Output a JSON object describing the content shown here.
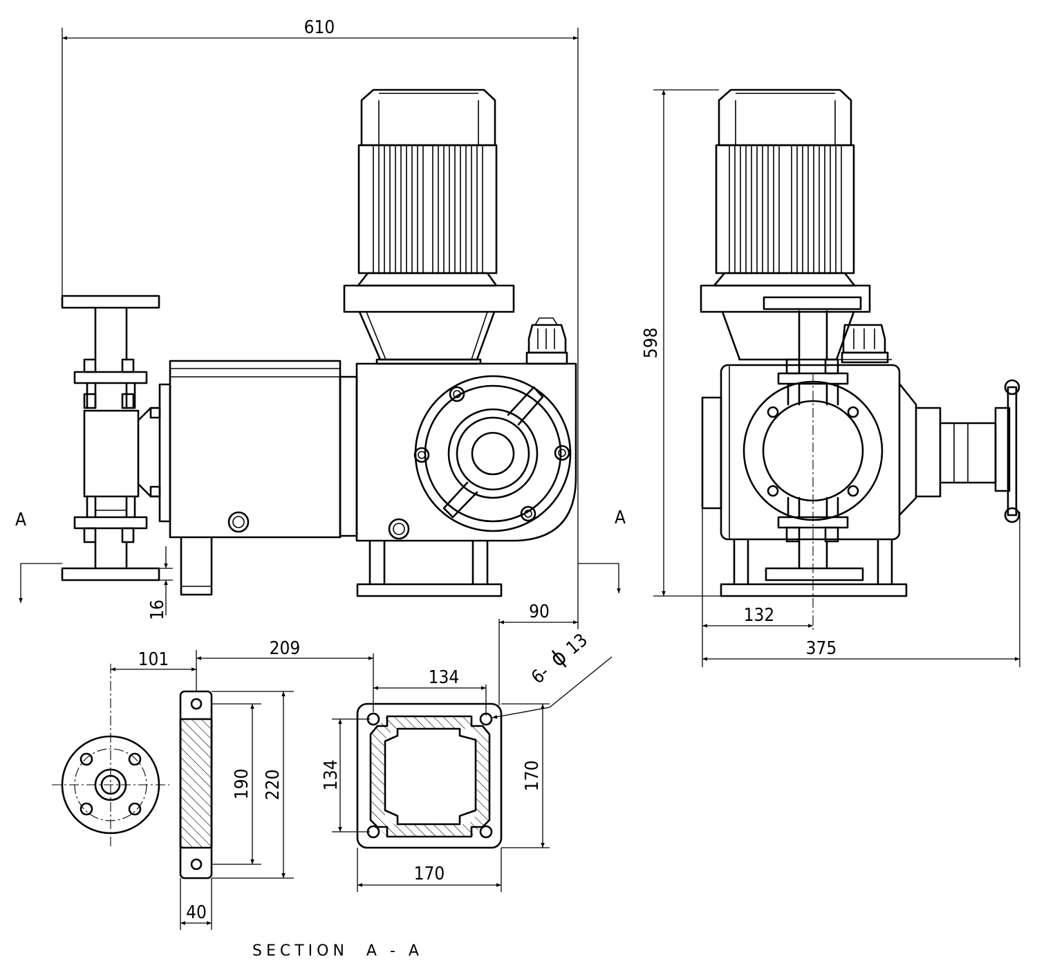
{
  "dimensions": {
    "total_length": "610",
    "total_height": "598",
    "flange_thickness": "16",
    "bolt_offset": "90",
    "flange_offset": "101",
    "base_offset": "209",
    "inner_width_top": "134",
    "hole_spec_prefix": "6-",
    "hole_spec_symbol": "ϕ",
    "hole_spec_diameter": "13",
    "inner_height": "134",
    "outer_height": "170",
    "outer_width": "170",
    "foot_inner": "190",
    "foot_outer": "220",
    "foot_width": "40",
    "side_offset": "132",
    "side_total": "375"
  },
  "labels": {
    "section_mark_left": "A",
    "section_mark_right": "A",
    "section_title": "SECTION  A - A"
  }
}
